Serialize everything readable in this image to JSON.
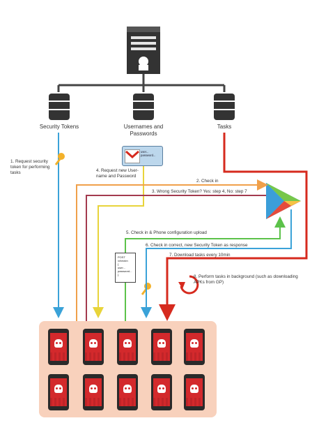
{
  "nodes": {
    "server": {
      "icon": "server-hacker-icon"
    },
    "db_security_tokens": {
      "label": "Security Tokens",
      "icon": "database-icon"
    },
    "db_usernames": {
      "label": "Usernames and\nPasswords",
      "icon": "database-icon"
    },
    "db_tasks": {
      "label": "Tasks",
      "icon": "database-icon"
    },
    "google_play": {
      "icon": "google-play-icon"
    },
    "phones": {
      "count": 10,
      "icon": "malware-phone-icon"
    }
  },
  "steps": {
    "s1": "1. Request security\ntoken for performing\ntasks",
    "s2": "2. Check in",
    "s3": "3. Wrong Security Token? Yes: step 4, No: step 7",
    "s4": "4. Request new User-\nname and Password",
    "s5": "5. Check in & Phone configuration upload",
    "s6": "6. Check in correct, new Security Token as response",
    "s7": "7. Download tasks every 10min",
    "s8": "8. Perform tasks in background (such as downloading\nAPKs from GP)"
  },
  "mail_card": {
    "icon": "gmail-icon",
    "text": "user...\npassword..."
  },
  "post_doc": {
    "text": "POST\n/checkin\n{\nuser...\npassword...\n}"
  },
  "colors": {
    "blue": "#3aa2d8",
    "orange": "#f0a04a",
    "yellow": "#e8d43a",
    "maroon": "#a33a4e",
    "green": "#5cc24a",
    "red": "#d62a1e",
    "tray": "#f8d1bc"
  }
}
